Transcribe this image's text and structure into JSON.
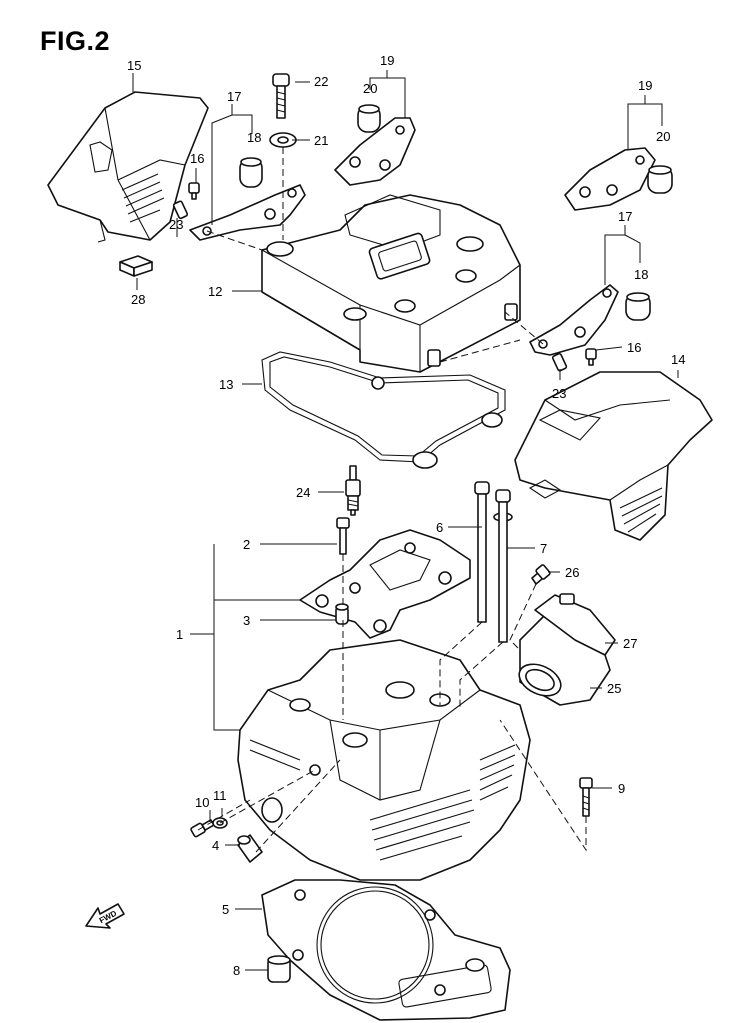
{
  "title": "FIG.2",
  "fwd_label": "FWD",
  "callouts": {
    "c1": "1",
    "c2": "2",
    "c3": "3",
    "c4": "4",
    "c5": "5",
    "c6": "6",
    "c7": "7",
    "c8": "8",
    "c9": "9",
    "c10": "10",
    "c11": "11",
    "c12": "12",
    "c13": "13",
    "c14": "14",
    "c15": "15",
    "c16a": "16",
    "c16b": "16",
    "c17a": "17",
    "c17b": "17",
    "c18a": "18",
    "c18b": "18",
    "c19a": "19",
    "c19b": "19",
    "c20a": "20",
    "c20b": "20",
    "c21": "21",
    "c22": "22",
    "c23a": "23",
    "c23b": "23",
    "c24": "24",
    "c25": "25",
    "c26": "26",
    "c27": "27",
    "c28": "28"
  }
}
